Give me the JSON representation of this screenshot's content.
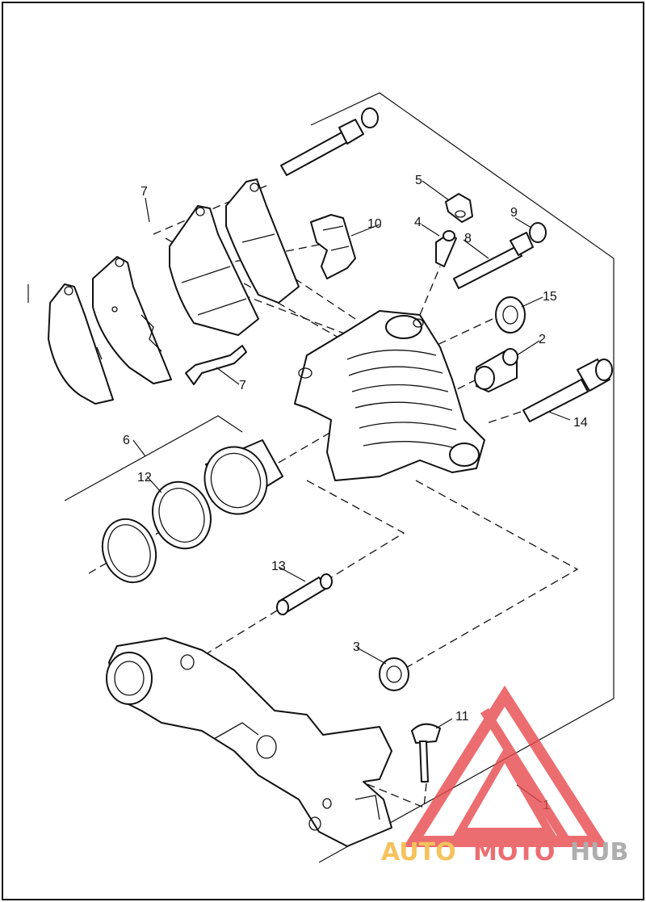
{
  "callouts": {
    "c1": "1",
    "c2": "2",
    "c3": "3",
    "c4": "4",
    "c5": "5",
    "c6": "6",
    "c7a": "7",
    "c7b": "7",
    "c8": "8",
    "c9": "9",
    "c10": "10",
    "c11": "11",
    "c12": "12",
    "c13": "13",
    "c14": "14",
    "c15": "15"
  },
  "watermark": {
    "part1": "AUTO",
    "part2": "MOTO",
    "part3": "HUB",
    "color_orange": "#f5b335",
    "color_red": "#e8494d",
    "color_gray": "#9a9a9a"
  },
  "colors": {
    "line": "#111111",
    "background": "#ffffff"
  }
}
